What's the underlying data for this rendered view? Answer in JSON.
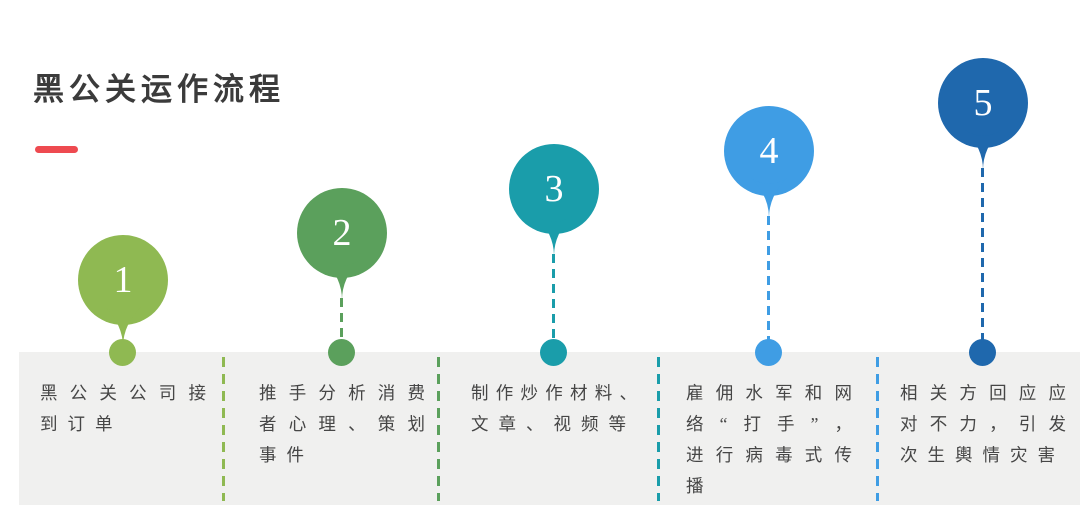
{
  "header": {
    "title": "黑公关运作流程",
    "accent_color": "#ee4a50"
  },
  "band_color": "#f0f0ef",
  "steps": [
    {
      "number": "1",
      "color": "#8fb952",
      "text": "黑公关公司接到订单",
      "lines": [
        "黑公关公司接",
        "到订单"
      ]
    },
    {
      "number": "2",
      "color": "#5ba05c",
      "text": "推手分析消费者心理、策划事件",
      "lines": [
        "推手分析消费",
        "者心理、策划",
        "事件"
      ]
    },
    {
      "number": "3",
      "color": "#1a9daa",
      "text": "制作炒作材料、文章、视频等",
      "lines": [
        "制作炒作材料、",
        "文章、视频等"
      ]
    },
    {
      "number": "4",
      "color": "#3f9de4",
      "text": "雇佣水军和网络“打手”，进行病毒式传播",
      "lines": [
        "雇佣水军和网",
        "络“打手”，",
        "进行病毒式传",
        "播"
      ]
    },
    {
      "number": "5",
      "color": "#1f68ad",
      "text": "相关方回应应对不力，引发次生輿情灾害",
      "lines": [
        "相关方回应应",
        "对不力，引发",
        "次生輿情灾害"
      ]
    }
  ]
}
